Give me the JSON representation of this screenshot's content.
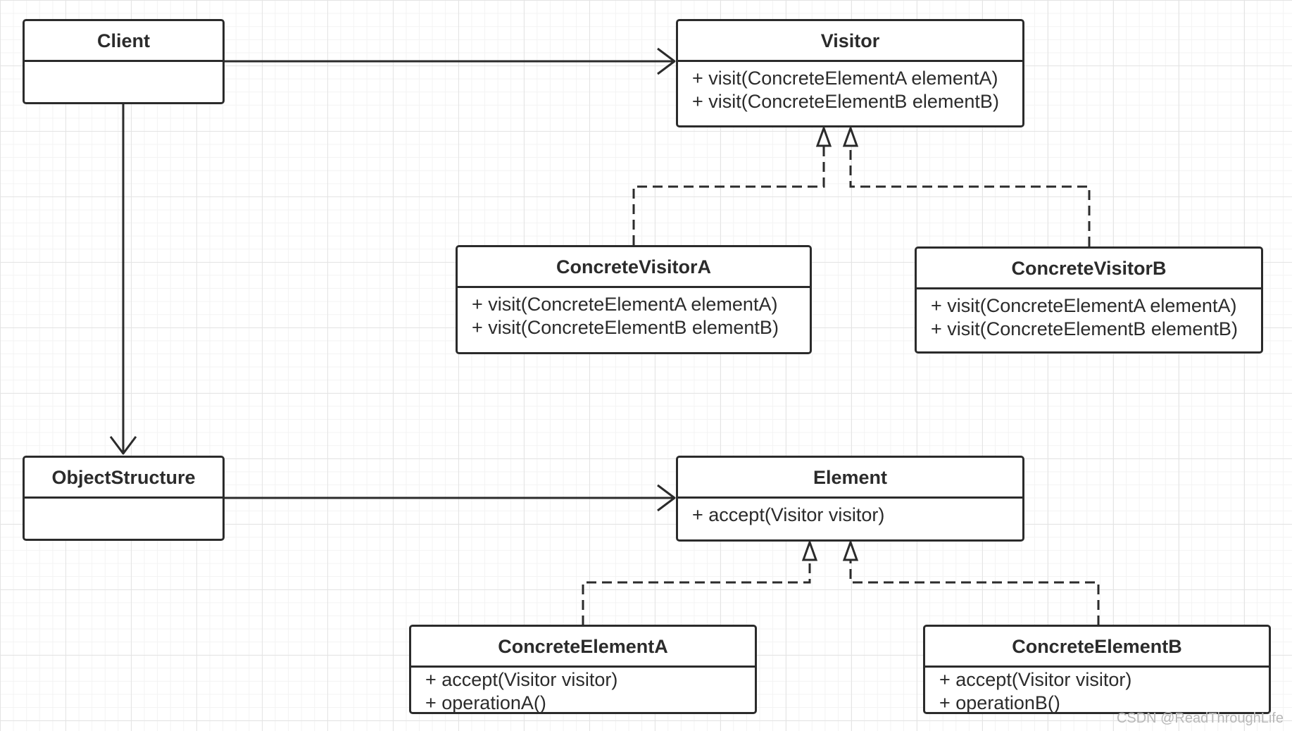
{
  "classes": {
    "client": {
      "name": "Client",
      "ops": []
    },
    "visitor": {
      "name": "Visitor",
      "ops": [
        "+ visit(ConcreteElementA elementA)",
        "+ visit(ConcreteElementB elementB)"
      ]
    },
    "concrete_visitor_a": {
      "name": "ConcreteVisitorA",
      "ops": [
        "+ visit(ConcreteElementA elementA)",
        "+ visit(ConcreteElementB elementB)"
      ]
    },
    "concrete_visitor_b": {
      "name": "ConcreteVisitorB",
      "ops": [
        "+ visit(ConcreteElementA elementA)",
        "+ visit(ConcreteElementB elementB)"
      ]
    },
    "object_structure": {
      "name": "ObjectStructure",
      "ops": []
    },
    "element": {
      "name": "Element",
      "ops": [
        "+ accept(Visitor visitor)"
      ]
    },
    "concrete_element_a": {
      "name": "ConcreteElementA",
      "ops": [
        "+ accept(Visitor visitor)",
        "+ operationA()"
      ]
    },
    "concrete_element_b": {
      "name": "ConcreteElementB",
      "ops": [
        "+ accept(Visitor visitor)",
        "+ operationB()"
      ]
    }
  },
  "relationships": [
    {
      "from": "Client",
      "to": "Visitor",
      "kind": "association"
    },
    {
      "from": "Client",
      "to": "ObjectStructure",
      "kind": "association"
    },
    {
      "from": "ObjectStructure",
      "to": "Element",
      "kind": "association"
    },
    {
      "from": "ConcreteVisitorA",
      "to": "Visitor",
      "kind": "realization"
    },
    {
      "from": "ConcreteVisitorB",
      "to": "Visitor",
      "kind": "realization"
    },
    {
      "from": "ConcreteElementA",
      "to": "Element",
      "kind": "realization"
    },
    {
      "from": "ConcreteElementB",
      "to": "Element",
      "kind": "realization"
    }
  ],
  "colors": {
    "stroke": "#2b2b2b",
    "grid": "#e4e4e4",
    "background": "#ffffff",
    "watermark": "#b8b8b8"
  },
  "watermark": "CSDN @ReadThroughLife"
}
